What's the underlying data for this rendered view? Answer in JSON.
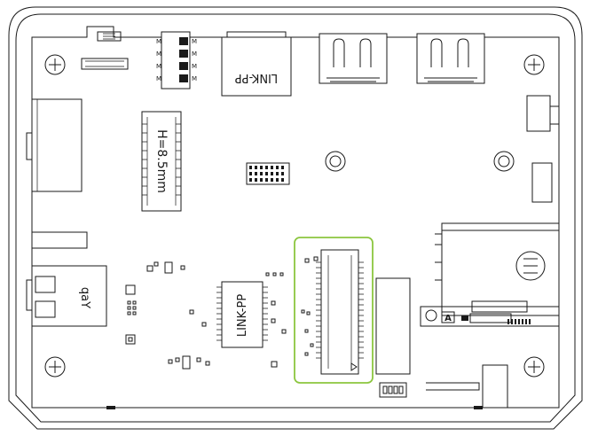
{
  "diagram": {
    "ethernet_label": "LINK-PP",
    "transformer_label": "LINK-PP",
    "standoff_label": "H=8.5mm",
    "usb_label": "qaY",
    "slot_marker": "A",
    "dip_switch_marks": [
      "M",
      "M",
      "M",
      "M"
    ],
    "colors": {
      "outline": "#1a1a1a",
      "highlight": "#8cc63f",
      "background": "#ffffff"
    }
  }
}
